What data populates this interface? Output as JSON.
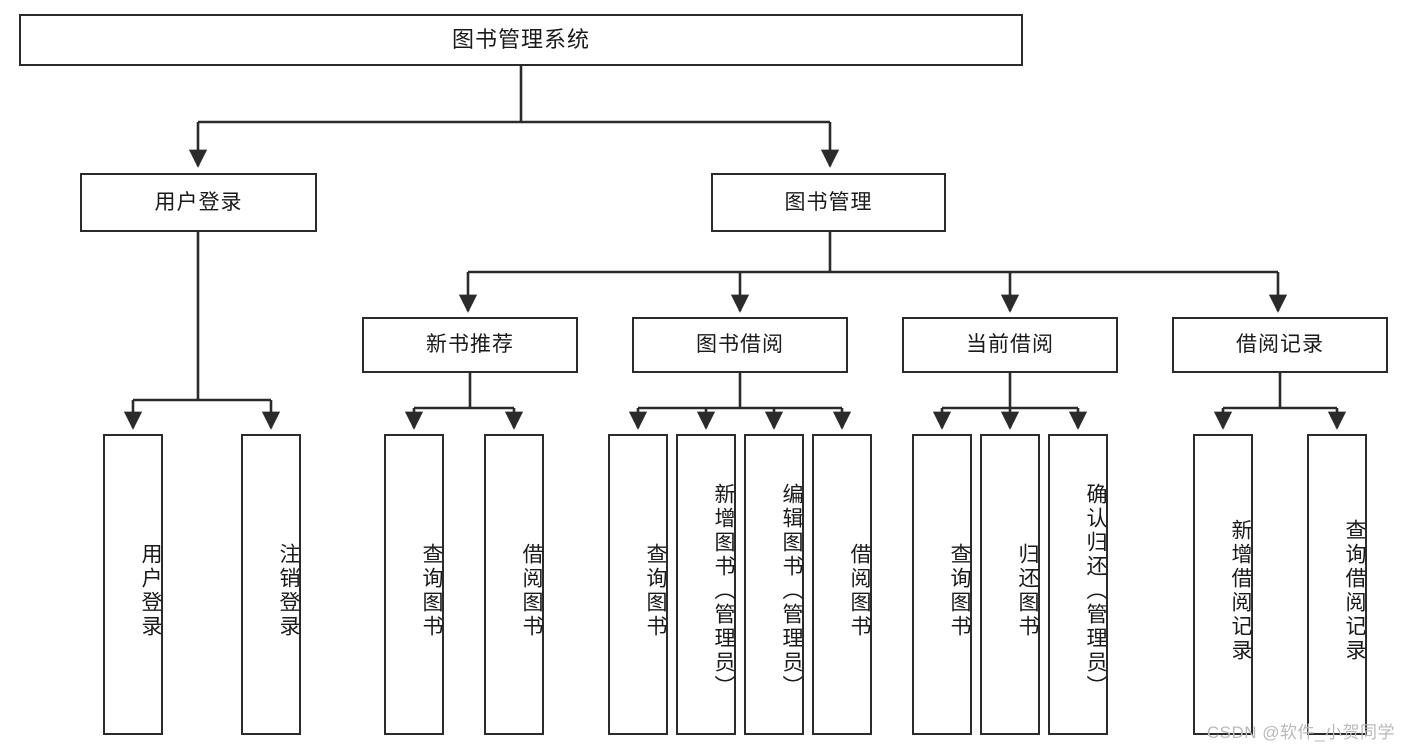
{
  "diagram": {
    "title": "图书管理系统",
    "type": "tree-hierarchy-chart",
    "root": {
      "label": "图书管理系统"
    },
    "level2": [
      {
        "label": "用户登录"
      },
      {
        "label": "图书管理"
      }
    ],
    "level3": [
      {
        "label": "新书推荐"
      },
      {
        "label": "图书借阅"
      },
      {
        "label": "当前借阅"
      },
      {
        "label": "借阅记录"
      }
    ],
    "leaves": {
      "user_login": [
        {
          "label": "用户登录"
        },
        {
          "label": "注销登录"
        }
      ],
      "new_book_recommend": [
        {
          "label": "查询图书"
        },
        {
          "label": "借阅图书"
        }
      ],
      "book_borrow": [
        {
          "label": "查询图书"
        },
        {
          "label": "新增图书（管理员）"
        },
        {
          "label": "编辑图书（管理员）"
        },
        {
          "label": "借阅图书"
        }
      ],
      "current_borrow": [
        {
          "label": "查询图书"
        },
        {
          "label": "归还图书"
        },
        {
          "label": "确认归还（管理员）"
        }
      ],
      "borrow_record": [
        {
          "label": "新增借阅记录"
        },
        {
          "label": "查询借阅记录"
        }
      ]
    }
  },
  "watermark": {
    "text": "CSDN @软件_小贺同学"
  },
  "colors": {
    "border": "#2b2b2b",
    "background": "#ffffff",
    "text": "#1a1a1a",
    "watermark": "#b9b9b9"
  }
}
